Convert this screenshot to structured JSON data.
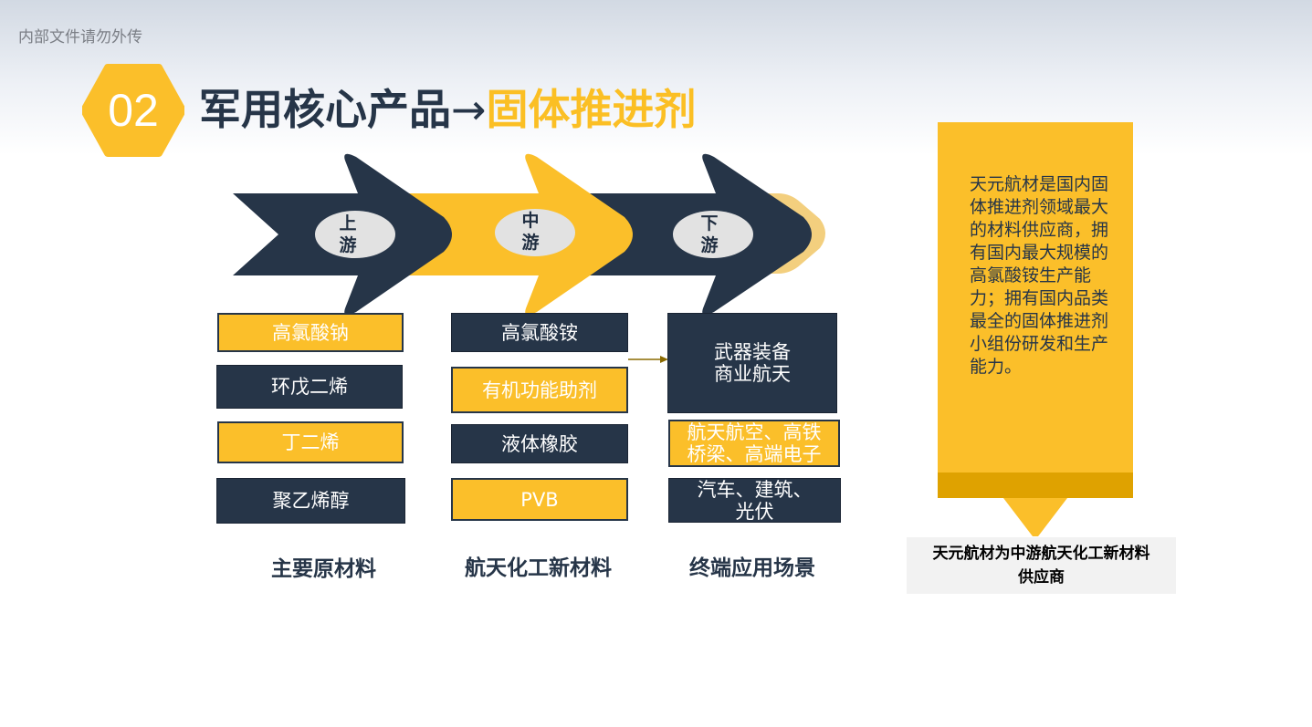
{
  "header": {
    "confidential_note": "内部文件请勿外传",
    "section_number": "02",
    "title_main": "军用核心产品",
    "title_arrow": "→",
    "title_highlight": "固体推进剂"
  },
  "colors": {
    "navy": "#263548",
    "gold": "#fbbf2a",
    "dark_gold": "#dfa200"
  },
  "stages": [
    {
      "label_line1": "上",
      "label_line2": "游"
    },
    {
      "label_line1": "中",
      "label_line2": "游"
    },
    {
      "label_line1": "下",
      "label_line2": "游"
    }
  ],
  "columns": {
    "upstream": {
      "title": "主要原材料",
      "items": [
        "高氯酸钠",
        "环戊二烯",
        "丁二烯",
        "聚乙烯醇"
      ]
    },
    "midstream": {
      "title": "航天化工新材料",
      "items": [
        "高氯酸铵",
        "有机功能助剂",
        "液体橡胶",
        "PVB"
      ]
    },
    "downstream": {
      "title": "终端应用场景",
      "items": [
        {
          "line1": "武器装备",
          "line2": "商业航天"
        },
        {
          "line1": "航天航空、高铁",
          "line2": "桥梁、高端电子"
        },
        {
          "line1": "汽车、建筑、",
          "line2": "光伏"
        }
      ]
    }
  },
  "callout": {
    "text": "天元航材是国内固体推进剂领域最大的材料供应商，拥有国内最大规模的高氯酸铵生产能力；拥有国内品类最全的固体推进剂小组份研发和生产能力。"
  },
  "caption": {
    "line1": "天元航材为中游航天化工新材料",
    "line2": "供应商"
  }
}
